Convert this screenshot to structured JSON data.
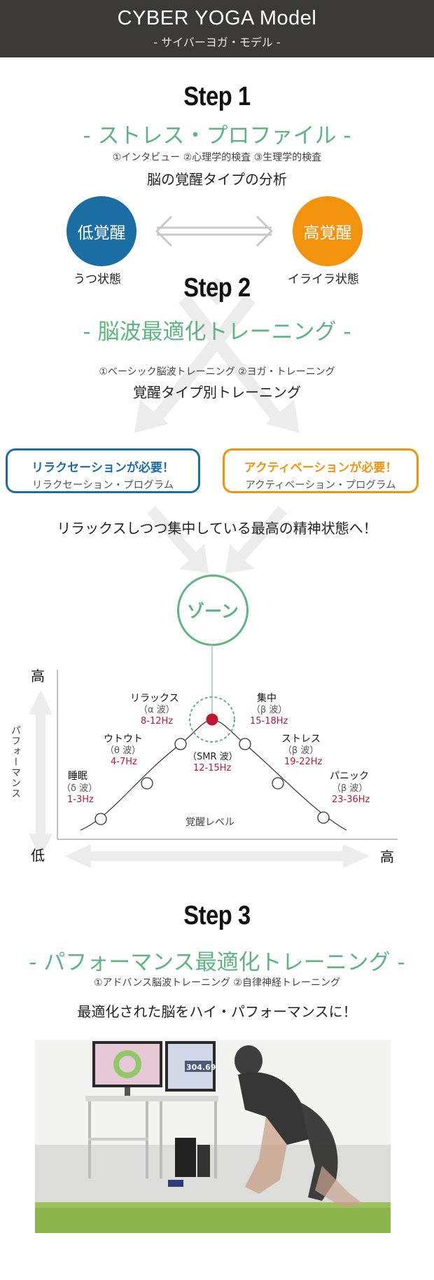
{
  "header": {
    "title": "CYBER YOGA Model",
    "subtitle": "- サイバーヨガ・モデル -"
  },
  "step1": {
    "title": "Step 1",
    "name": "- ストレス・プロファイル -",
    "methods": "①インタビュー ②心理学的検査 ③生理学的検査",
    "analysis": "脳の覚醒タイプの分析",
    "low": {
      "label": "低覚醒",
      "state": "うつ状態",
      "color": "#1b6ea4"
    },
    "high": {
      "label": "高覚醒",
      "state": "イライラ状態",
      "color": "#f3920d"
    }
  },
  "step2": {
    "title": "Step 2",
    "name": "- 脳波最適化トレーニング -",
    "methods": "①ベーシック脳波トレーニング ②ヨガ・トレーニング",
    "desc": "覚醒タイプ別トレーニング",
    "relax": {
      "title": "リラクセーションが必要！",
      "sub": "リラクセーション・プログラム",
      "color": "#1b6ea4"
    },
    "activ": {
      "title": "アクティベーションが必要！",
      "sub": "アクティベーション・プログラム",
      "color": "#f3920d"
    },
    "goal": "リラックスしつつ集中している最高の精神状態へ！",
    "zone": "ゾーン"
  },
  "graph": {
    "y_high": "高",
    "y_low": "低",
    "x_high": "高",
    "y_axis": "パフォーマンス",
    "x_axis": "覚醒レベル",
    "points": [
      {
        "name": "睡眠",
        "wave": "（δ 波）",
        "hz": "1-3Hz"
      },
      {
        "name": "ウトウト",
        "wave": "（θ 波）",
        "hz": "4-7Hz"
      },
      {
        "name": "リラックス",
        "wave": "（α 波）",
        "hz": "8-12Hz"
      },
      {
        "name": "",
        "wave": "（SMR 波）",
        "hz": "12-15Hz"
      },
      {
        "name": "集中",
        "wave": "（β 波）",
        "hz": "15-18Hz"
      },
      {
        "name": "ストレス",
        "wave": "（β 波）",
        "hz": "19-22Hz"
      },
      {
        "name": "パニック",
        "wave": "（β 波）",
        "hz": "23-36Hz"
      }
    ],
    "accent": "#c0172e"
  },
  "step3": {
    "title": "Step 3",
    "name": "- パフォーマンス最適化トレーニング -",
    "methods": "①アドバンス脳波トレーニング ②自律神経トレーニング",
    "desc": "最適化された脳をハイ・パフォーマンスに！",
    "monitor_value": "304.69"
  }
}
